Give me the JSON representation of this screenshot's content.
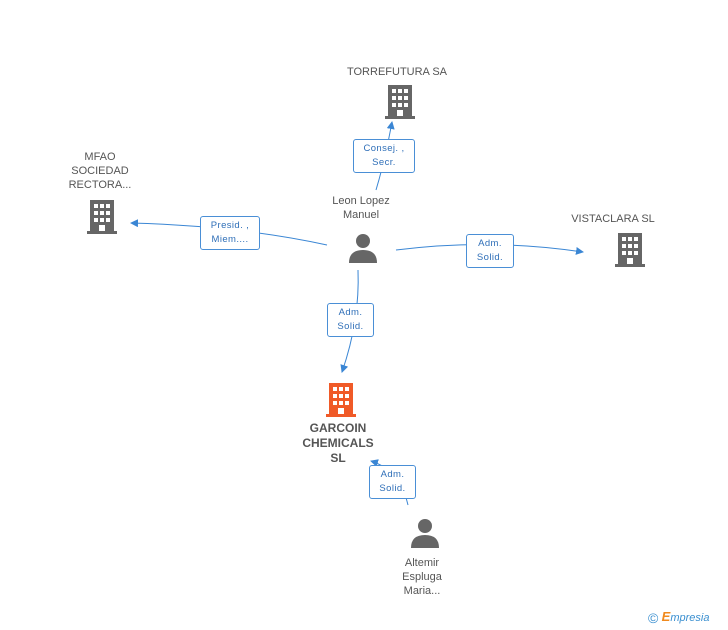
{
  "companies": {
    "torrefutura": {
      "label": [
        "TORREFUTURA SA"
      ],
      "color": "#666666",
      "icon": "building-icon"
    },
    "mfao": {
      "label": [
        "MFAO",
        "SOCIEDAD",
        "RECTORA..."
      ],
      "color": "#666666",
      "icon": "building-icon"
    },
    "vistaclara": {
      "label": [
        "VISTACLARA SL"
      ],
      "color": "#666666",
      "icon": "building-icon"
    },
    "garcoin": {
      "label": [
        "GARCOIN",
        "CHEMICALS",
        "SL"
      ],
      "color": "#f05a28",
      "icon": "building-icon"
    }
  },
  "people": {
    "leon": {
      "label": [
        "Leon Lopez",
        "Manuel"
      ],
      "color": "#666666",
      "icon": "person-icon"
    },
    "altemir": {
      "label": [
        "Altemir",
        "Espluga",
        "Maria..."
      ],
      "color": "#666666",
      "icon": "person-icon"
    }
  },
  "roles": {
    "torrefutura": [
      "Consej. ,",
      "Secr."
    ],
    "mfao": [
      "Presid. ,",
      "Miem...."
    ],
    "vistaclara": [
      "Adm.",
      "Solid."
    ],
    "garcoin": [
      "Adm.",
      "Solid."
    ],
    "altemir": [
      "Adm.",
      "Solid."
    ]
  },
  "colors": {
    "edge": "#3a86d4",
    "role_border": "#4a8fd6",
    "role_text": "#2f6fb8"
  },
  "footer": {
    "copyright": "©",
    "brand_initial": "E",
    "brand_rest": "mpresia"
  }
}
